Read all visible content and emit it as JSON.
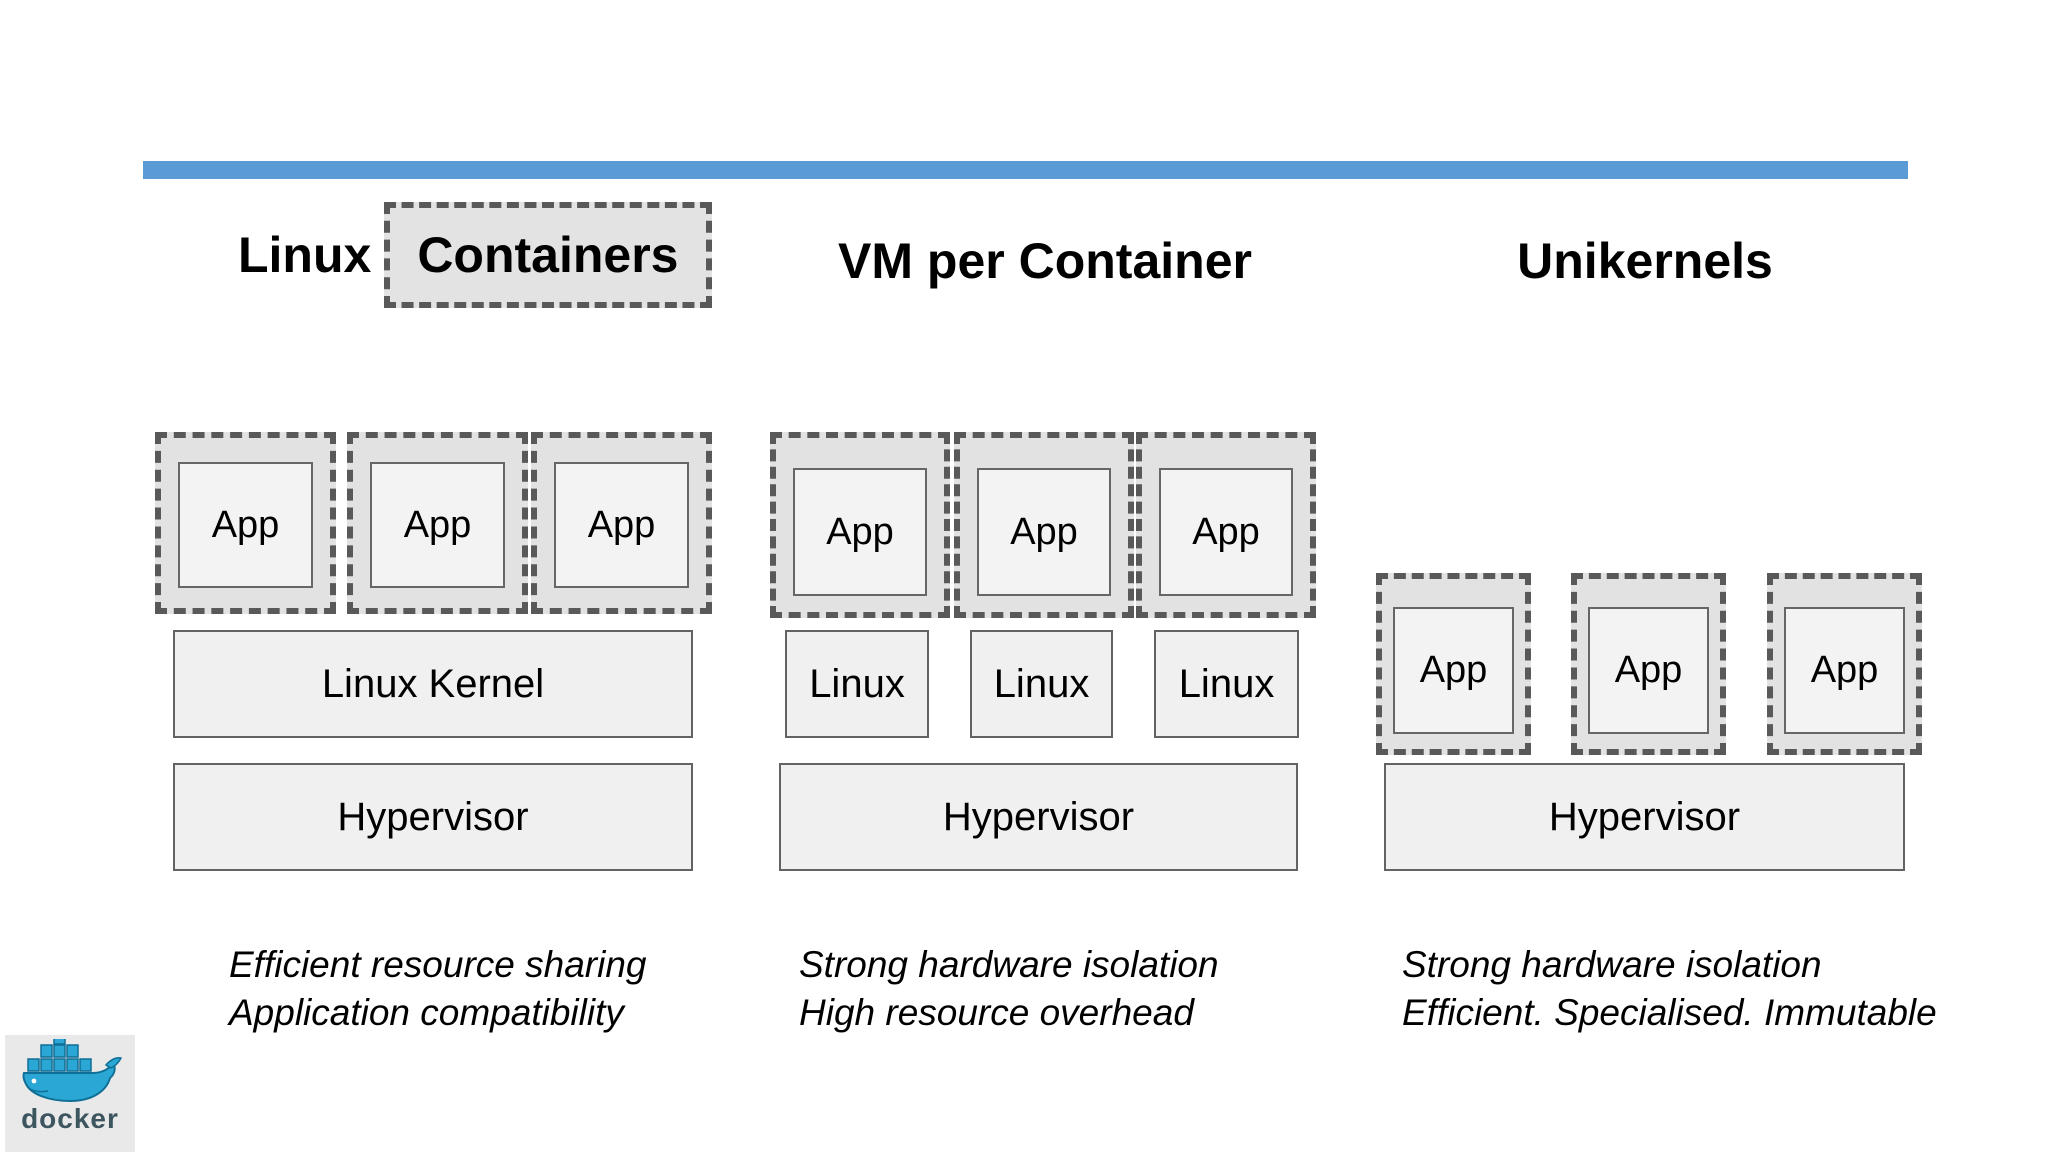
{
  "slide": {
    "colors": {
      "accent_bar": "#5b9bd5",
      "dashed_box_fill": "#e2e2e2",
      "dashed_border": "#595959",
      "inner_box_fill": "#f3f3f3",
      "solid_box_fill": "#f0f0f0",
      "whale": "#2aa7d4",
      "wordmark": "#3c555f",
      "logo_bg": "#e9e9e9"
    }
  },
  "columns": {
    "left": {
      "title_plain": "Linux",
      "title_boxed": "Containers",
      "apps": [
        "App",
        "App",
        "App"
      ],
      "kernel_label": "Linux Kernel",
      "hypervisor_label": "Hypervisor",
      "caption": [
        "Efficient resource sharing",
        "Application compatibility"
      ]
    },
    "middle": {
      "title": "VM per Container",
      "apps": [
        "App",
        "App",
        "App"
      ],
      "os_labels": [
        "Linux",
        "Linux",
        "Linux"
      ],
      "hypervisor_label": "Hypervisor",
      "caption": [
        "Strong hardware isolation",
        "High resource overhead"
      ]
    },
    "right": {
      "title": "Unikernels",
      "apps": [
        "App",
        "App",
        "App"
      ],
      "hypervisor_label": "Hypervisor",
      "caption": [
        "Strong hardware isolation",
        "Efficient. Specialised. Immutable"
      ]
    }
  },
  "logo": {
    "wordmark": "docker"
  }
}
